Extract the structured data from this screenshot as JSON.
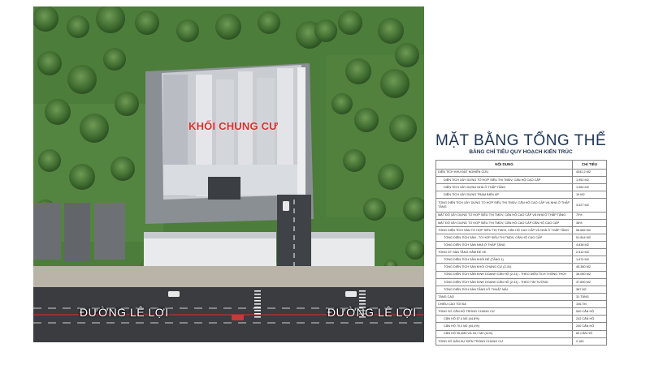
{
  "site_plan": {
    "building_label": "KHỐI CHUNG CƯ",
    "road_label_left": "ĐƯỜNG LÊ LỢI",
    "road_label_right": "ĐƯỜNG LÊ LỢI"
  },
  "panel": {
    "title": "MẶT BẰNG TỔNG THỂ",
    "subtitle": "BẢNG CHỈ TIÊU QUY HOẠCH KIẾN TRÚC",
    "columns": [
      "NỘI DUNG",
      "CHỈ TIÊU"
    ],
    "rows": [
      {
        "label": "DIỆN TÍCH KHU ĐẤT NGHIÊN CỨU",
        "value": "4342,2 M2",
        "indent": false
      },
      {
        "label": "DIỆN TÍCH XÂY DỰNG TỔ HỢP SIÊU THỊ TMDV, CĂN HỘ CAO CẤP",
        "value": "1.952 M2",
        "indent": true
      },
      {
        "label": "DIỆN TÍCH XÂY DỰNG NHÀ Ở THẤP TẦNG",
        "value": "1.060 M2",
        "indent": true
      },
      {
        "label": "DIỆN TÍCH XÂY DỰNG TRẠM BIẾN ÁP",
        "value": "15 M2",
        "indent": true
      },
      {
        "label": "TỔNG DIỆN TÍCH XÂY DỰNG TỔ HỢP SIÊU THỊ TMDV, CĂN HỘ CAO CẤP VÀ NHÀ Ở THẤP TẦNG",
        "value": "3.027 M2",
        "indent": false
      },
      {
        "label": "MẬT ĐỘ XÂY DỰNG TỔ HỢP SIÊU THỊ TMDV, CĂN HỘ CAO CẤP VÀ NHÀ Ở THẤP TẦNG",
        "value": "70%",
        "indent": false
      },
      {
        "label": "MẬT ĐỘ XÂY DỰNG TỔ HỢP SIÊU THỊ TMDV, CĂN HỘ CAO CẤP CĂN HỘ CAO CẤP",
        "value": "38%",
        "indent": false
      },
      {
        "label": "TỔNG DIỆN TÍCH SÀN TỔ HỢP SIÊU THỊ TMDV, CĂN HỘ CAO CẤP VÀ NHÀ Ở THẤP TẦNG",
        "value": "56.682 M2",
        "indent": false
      },
      {
        "label": "TỔNG DIỆN TÍCH SÀN . TỔ HỢP SIÊU THỊ TMDV, CĂN HỘ CAO CẤP",
        "value": "51.844 M2",
        "indent": true
      },
      {
        "label": "TỔNG DIỆN TÍCH SÀN NHÀ Ở THẤP TẦNG",
        "value": "4.838 M2",
        "indent": true
      },
      {
        "label": "TỔNG DT SÀN TẦNG HẦM ĐỂ XE",
        "value": "2.510 M2",
        "indent": false
      },
      {
        "label": "TỔNG DIỆN TÍCH SÀN KHỐI ĐẾ (TẦNG 1)",
        "value": "1.674 M2",
        "indent": true
      },
      {
        "label": "TỔNG DIỆN TÍCH SÀN KHỐI CHUNG CƯ (2-31)",
        "value": "45.380 M2",
        "indent": true
      },
      {
        "label": "TỔNG DIỆN TÍCH SÀN KINH DOANH CĂN HỘ (2-31) - THEO DIỆN TÍCH THÔNG THỦY",
        "value": "36.060 M2",
        "indent": true
      },
      {
        "label": "TỔNG DIỆN TÍCH SÀN KINH DOANH CĂN HỘ (2-31) - THEO TIM TƯỜNG",
        "value": "37.890 M2",
        "indent": true
      },
      {
        "label": "TỔNG DIỆN TÍCH SÀN TẦNG KỸ THUẬT MÁI",
        "value": "367 M2",
        "indent": true
      },
      {
        "label": "TẦNG CAO",
        "value": "31 TẦNG",
        "indent": false
      },
      {
        "label": "CHIỀU CAO TỐI ĐA",
        "value": "106,7M",
        "indent": false
      },
      {
        "label": "TỔNG SỐ CĂN HỘ TRONG CHUNG CƯ",
        "value": "540 CĂN HỘ",
        "indent": false
      },
      {
        "label": "CĂN HỘ 57,4 M2 (44,8%)",
        "value": "242 CĂN HỘ",
        "indent": true
      },
      {
        "label": "CĂN HỘ 70,2 M2 (44,4%)",
        "value": "240 CĂN HỘ",
        "indent": true
      },
      {
        "label": "CĂN HỘ 95,4M2 VÀ 94,7 M2 (11%)",
        "value": "60 CĂN HỘ",
        "indent": true
      },
      {
        "label": "TỔNG SỐ DÂN DỰ KIẾN TRONG CHUNG CƯ",
        "value": "2.160",
        "indent": false
      }
    ]
  }
}
